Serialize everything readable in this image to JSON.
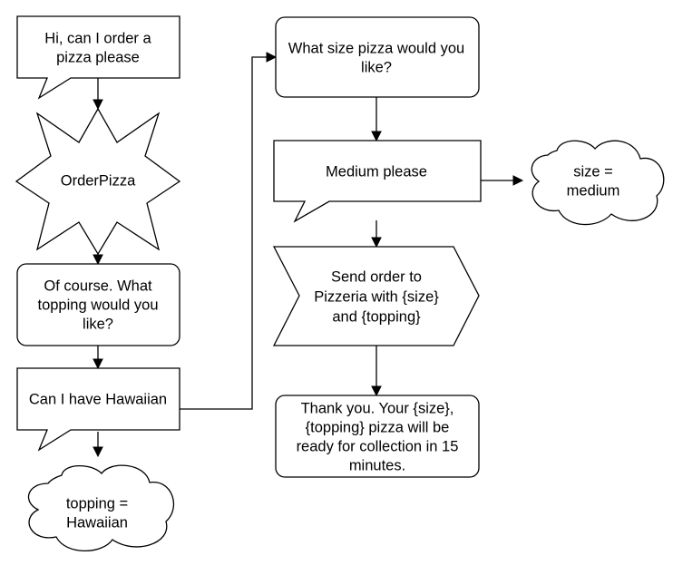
{
  "nodes": {
    "greeting": {
      "lines": [
        "Hi, can I order a",
        "pizza please"
      ]
    },
    "order_pizza": {
      "lines": [
        "OrderPizza"
      ]
    },
    "ask_topping": {
      "lines": [
        "Of course. What",
        "topping would you",
        "like?"
      ]
    },
    "topping_reply": {
      "lines": [
        "Can I have Hawaiian"
      ]
    },
    "topping_var": {
      "lines": [
        "topping =",
        "Hawaiian"
      ]
    },
    "ask_size": {
      "lines": [
        "What size pizza would you",
        "like?"
      ]
    },
    "size_reply": {
      "lines": [
        "Medium please"
      ]
    },
    "size_var": {
      "lines": [
        "size =",
        "medium"
      ]
    },
    "send_order": {
      "lines": [
        "Send order to",
        "Pizzeria with {size}",
        "and {topping}"
      ]
    },
    "thank_you": {
      "lines": [
        "Thank you. Your {size},",
        "{topping} pizza will be",
        "ready for collection in 15",
        "minutes."
      ]
    }
  }
}
